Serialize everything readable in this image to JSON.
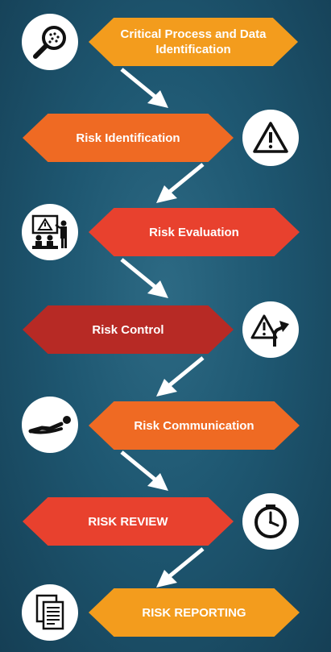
{
  "steps": [
    {
      "label": "Critical Process and Data Identification",
      "color": "#f39c1d",
      "icon": "magnifier-icon"
    },
    {
      "label": "Risk Identification",
      "color": "#ef6a23",
      "icon": "warning-triangle-icon"
    },
    {
      "label": "Risk Evaluation",
      "color": "#e8412e",
      "icon": "presentation-icon"
    },
    {
      "label": "Risk Control",
      "color": "#b72a25",
      "icon": "warning-arrow-icon"
    },
    {
      "label": "Risk Communication",
      "color": "#ef6a23",
      "icon": "reclining-person-icon"
    },
    {
      "label": "RISK REVIEW",
      "color": "#e8412e",
      "icon": "clock-icon"
    },
    {
      "label": "RISK REPORTING",
      "color": "#f39c1d",
      "icon": "document-icon"
    }
  ]
}
